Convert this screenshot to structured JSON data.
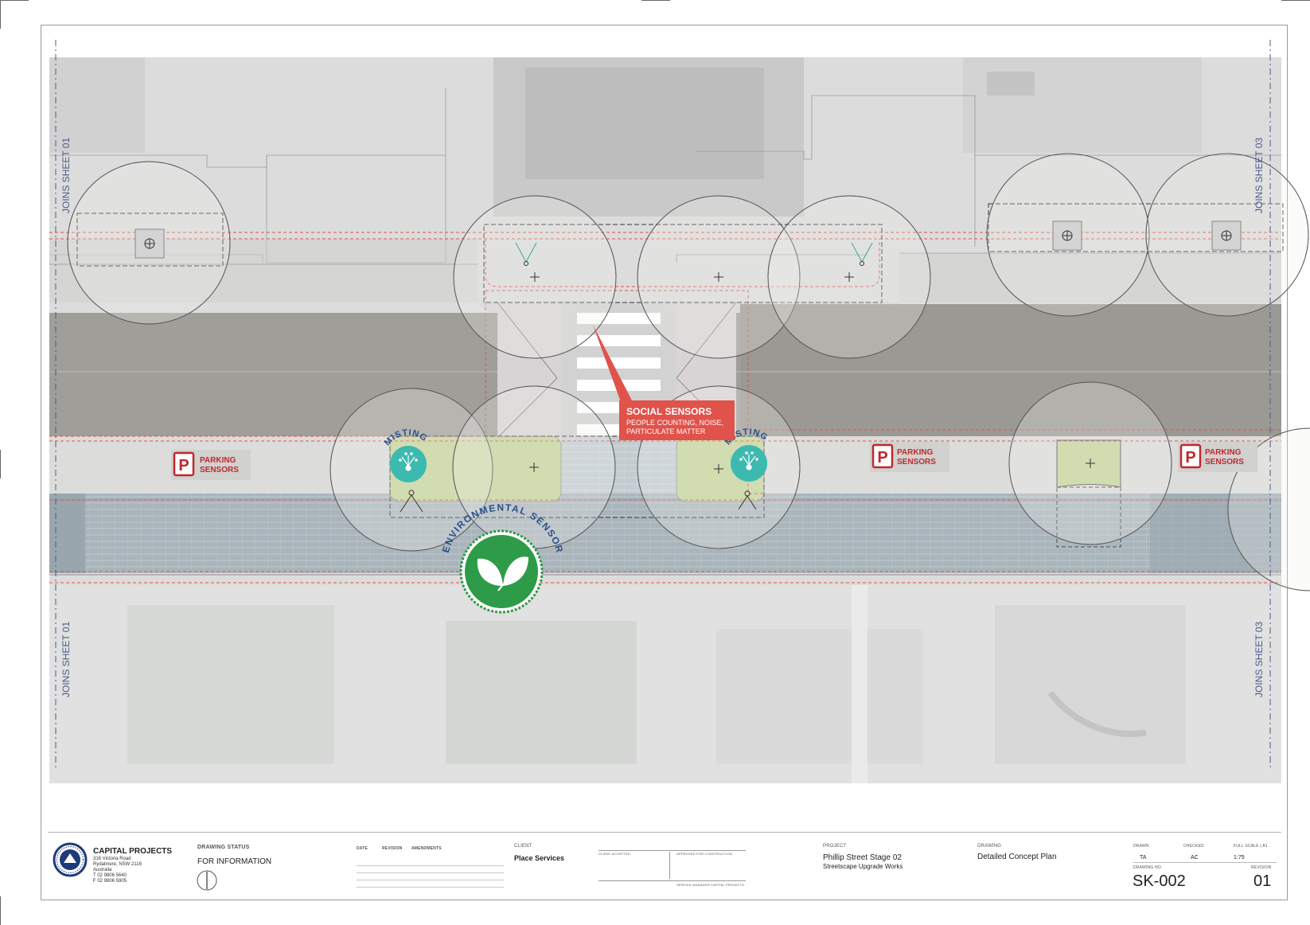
{
  "plan": {
    "joins_left_top": "JOINS SHEET 01",
    "joins_left_bottom": "JOINS SHEET 01",
    "joins_right_top": "JOINS SHEET 03",
    "joins_right_bottom": "JOINS SHEET 03",
    "parking_sensors_line1": "PARKING",
    "parking_sensors_line2": "SENSORS",
    "parking_icon_letter": "P",
    "misting": "MISTING",
    "social_sensors_title": "SOCIAL SENSORS",
    "social_sensors_line1": "PEOPLE COUNTING, NOISE,",
    "social_sensors_line2": "PARTICULATE MATTER",
    "environmental_sensors": "ENVIRONMENTAL SENSORS"
  },
  "title_block": {
    "org_name": "CAPITAL PROJECTS",
    "org_address_1": "316 Victoria Road",
    "org_address_2": "Rydalmere, NSW 2116",
    "org_address_3": "Australia",
    "org_phone": "T 02 9806 5640",
    "org_fax": "F 02 9806 5905",
    "drawing_status_label": "DRAWING STATUS",
    "drawing_status": "FOR INFORMATION",
    "rev_date_label": "DATE",
    "rev_revision_label": "REVISION",
    "rev_amendments_label": "AMENDMENTS",
    "client_label": "CLIENT",
    "client": "Place Services",
    "client_accepted": "CLIENT ACCEPTED",
    "approved_for_construction": "APPROVED FOR CONSTRUCTION",
    "service_manager": "SERVICE MANAGER CAPITAL PROJECTS",
    "project_label": "PROJECT",
    "project_name": "Phillip Street Stage 02",
    "project_sub": "Streetscape Upgrade Works",
    "drawing_label": "DRAWING",
    "drawing_title": "Detailed Concept Plan",
    "drawn_label": "DRAWN",
    "drawn": "TA",
    "checked_label": "CHECKED",
    "checked": "AC",
    "scale_label": "FULL SCALE | A1",
    "scale": "1:75",
    "drawing_no_label": "DRAWING NO.",
    "drawing_no": "SK-002",
    "revision_label": "REVISION",
    "revision": "01"
  },
  "colors": {
    "road": "#a09e99",
    "paving": "#a7b3ba",
    "footpath": "#dcdcda",
    "planting": "#c5d49a",
    "sensor_red": "#e0524a",
    "parking_red": "#c0282d",
    "env_green": "#2e9b48",
    "misting_teal": "#3cbab0"
  }
}
